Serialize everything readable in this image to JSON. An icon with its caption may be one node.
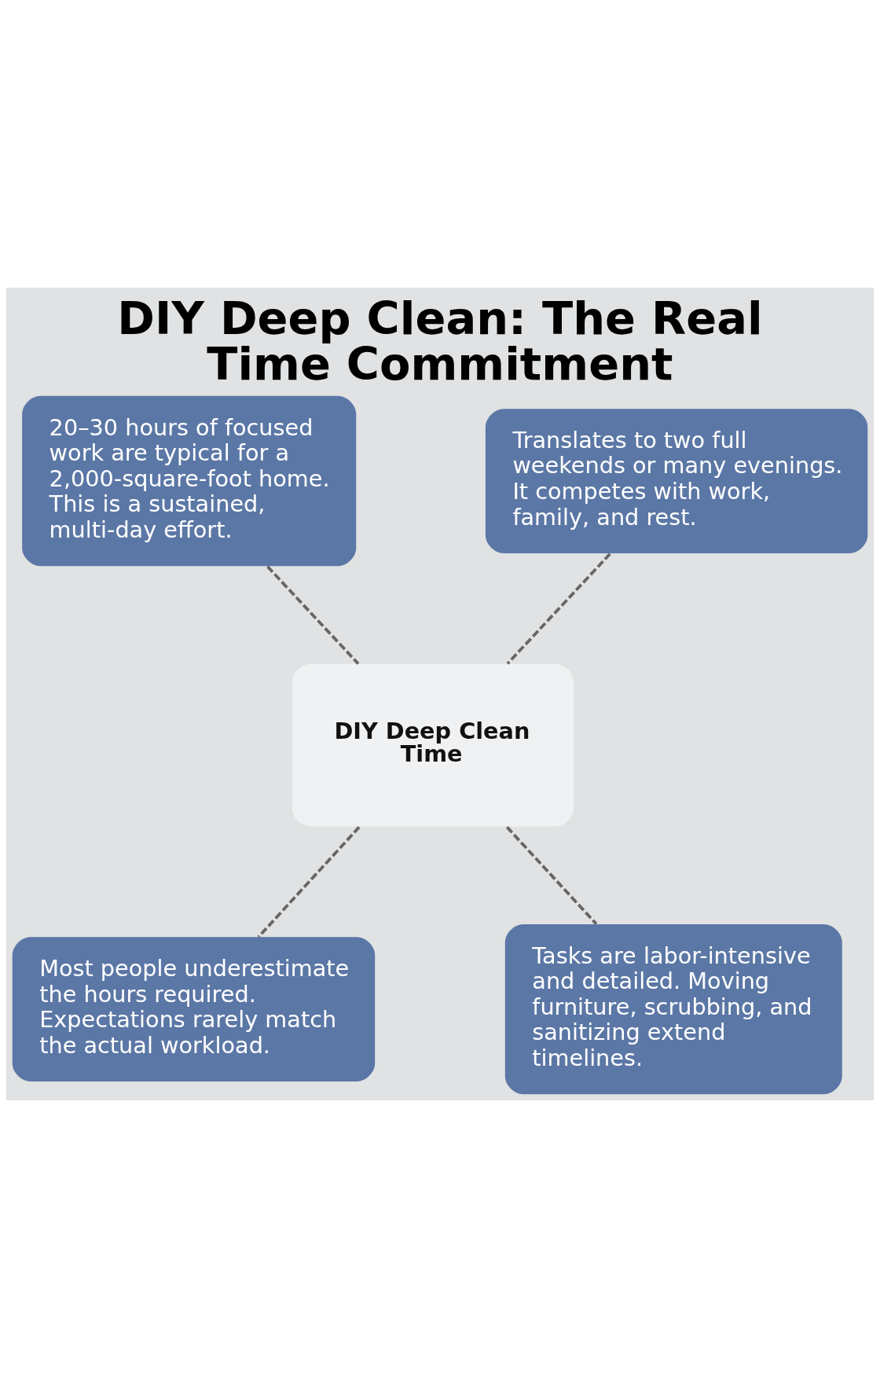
{
  "diagram": {
    "title": "DIY Deep Clean: The Real Time Commitment",
    "nodes": [
      {
        "text": [
          "20–30 hours of focused work are typical for a 2,000-square-foot home. This is a sustained, multi-day effort."
        ]
      },
      {
        "text": [
          "Translates to two full weekends or many evenings. It competes with work, family, and rest."
        ]
      },
      {
        "text": [
          "DIY Deep Clean Time"
        ]
      },
      {
        "text": [
          "Most people underestimate the hours required. Expectations rarely match the actual workload."
        ]
      },
      {
        "text": [
          "Tasks are labor-intensive and detailed. Moving furniture, scrubbing, and sanitizing extend timelines."
        ]
      }
    ],
    "edges": [
      {
        "from": 0,
        "to": 2,
        "arrow": "none",
        "style": "dashed"
      },
      {
        "from": 1,
        "to": 2,
        "arrow": "none",
        "style": "dashed"
      },
      {
        "from": 2,
        "to": 3,
        "arrow": "none",
        "style": "dashed"
      },
      {
        "from": 2,
        "to": 4,
        "arrow": "none",
        "style": "dashed"
      }
    ]
  }
}
